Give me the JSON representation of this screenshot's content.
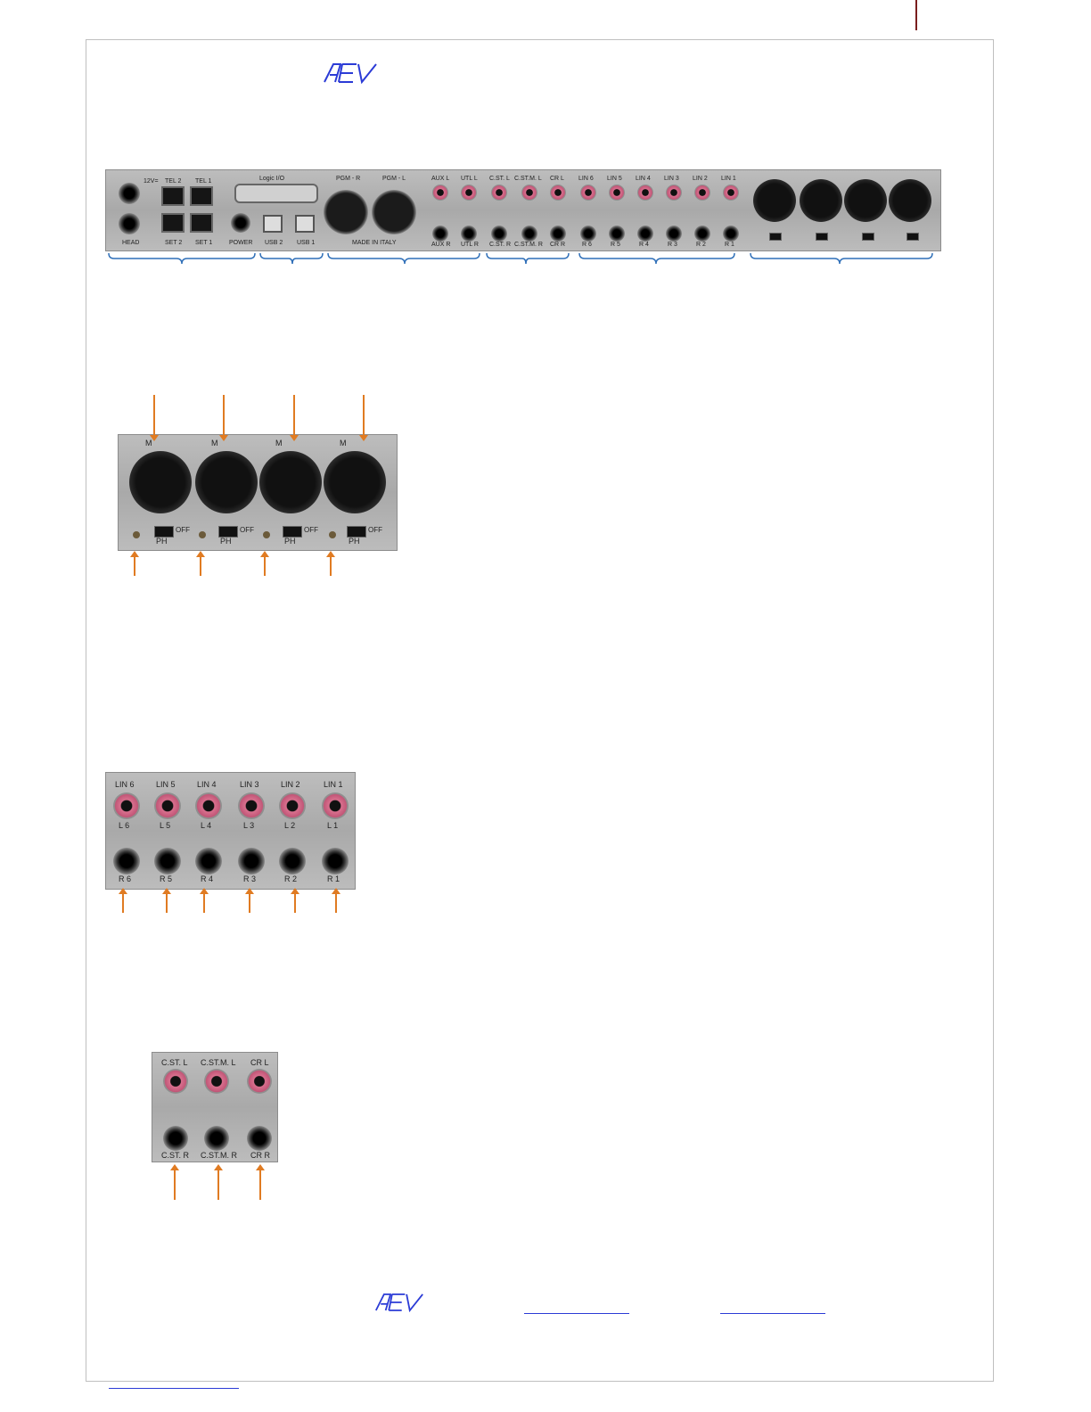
{
  "header": {
    "logo_text": "AEV"
  },
  "panel_labels": {
    "power_12v": "12V=",
    "tel2": "TEL 2",
    "tel1": "TEL 1",
    "logic": "Logic I/O",
    "pgm_r": "PGM - R",
    "pgm_l": "PGM - L",
    "aux_l": "AUX L",
    "utl_l": "UTL L",
    "cst_l": "C.ST. L",
    "cstm_l": "C.ST.M. L",
    "cr_l": "CR L",
    "lin6": "LIN 6",
    "lin5": "LIN 5",
    "lin4": "LIN 4",
    "lin3": "LIN 3",
    "lin2": "LIN 2",
    "lin1": "LIN 1",
    "head": "HEAD",
    "set2": "SET 2",
    "set1": "SET 1",
    "power": "POWER",
    "usb2": "USB 2",
    "usb1": "USB 1",
    "made_in_italy": "MADE IN ITALY",
    "aux_r": "AUX R",
    "utl_r": "UTL R",
    "cst_r": "C.ST. R",
    "cstm_r": "C.ST.M. R",
    "cr_r": "CR R",
    "r6": "R 6",
    "r5": "R 5",
    "r4": "R 4",
    "r3": "R 3",
    "r2": "R 2",
    "r1": "R 1",
    "l6": "L 6",
    "l5": "L 5",
    "l4": "L 4",
    "l3": "L 3",
    "l2": "L 2",
    "l1": "L 1",
    "ph": "PH",
    "off": "OFF",
    "mic": "M"
  },
  "footer": {
    "logo_text": "AEV"
  }
}
